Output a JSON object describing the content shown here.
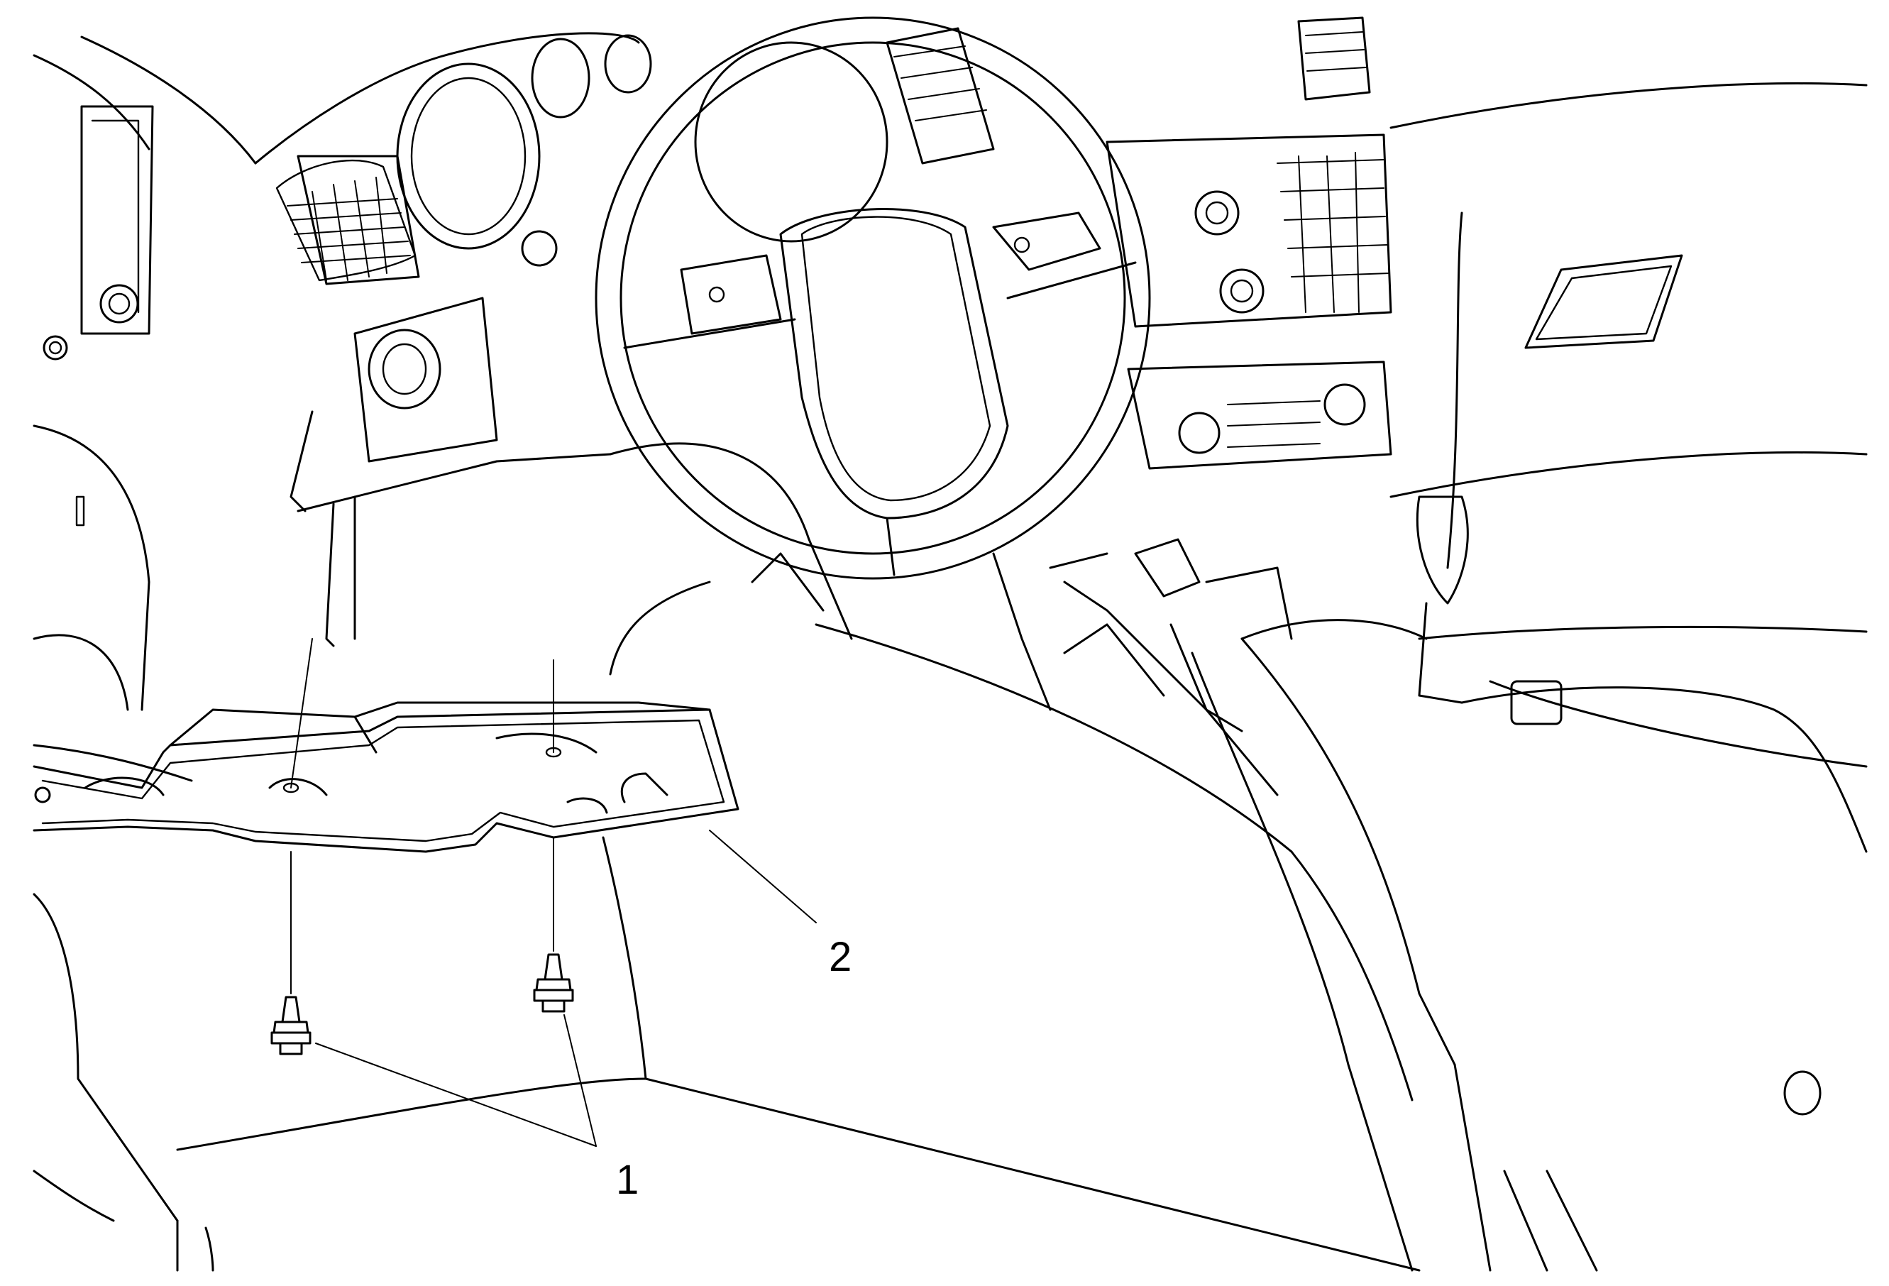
{
  "callouts": [
    {
      "id": "1",
      "label": "1"
    },
    {
      "id": "2",
      "label": "2"
    }
  ],
  "line_color": "#000000",
  "background_color": "#ffffff"
}
